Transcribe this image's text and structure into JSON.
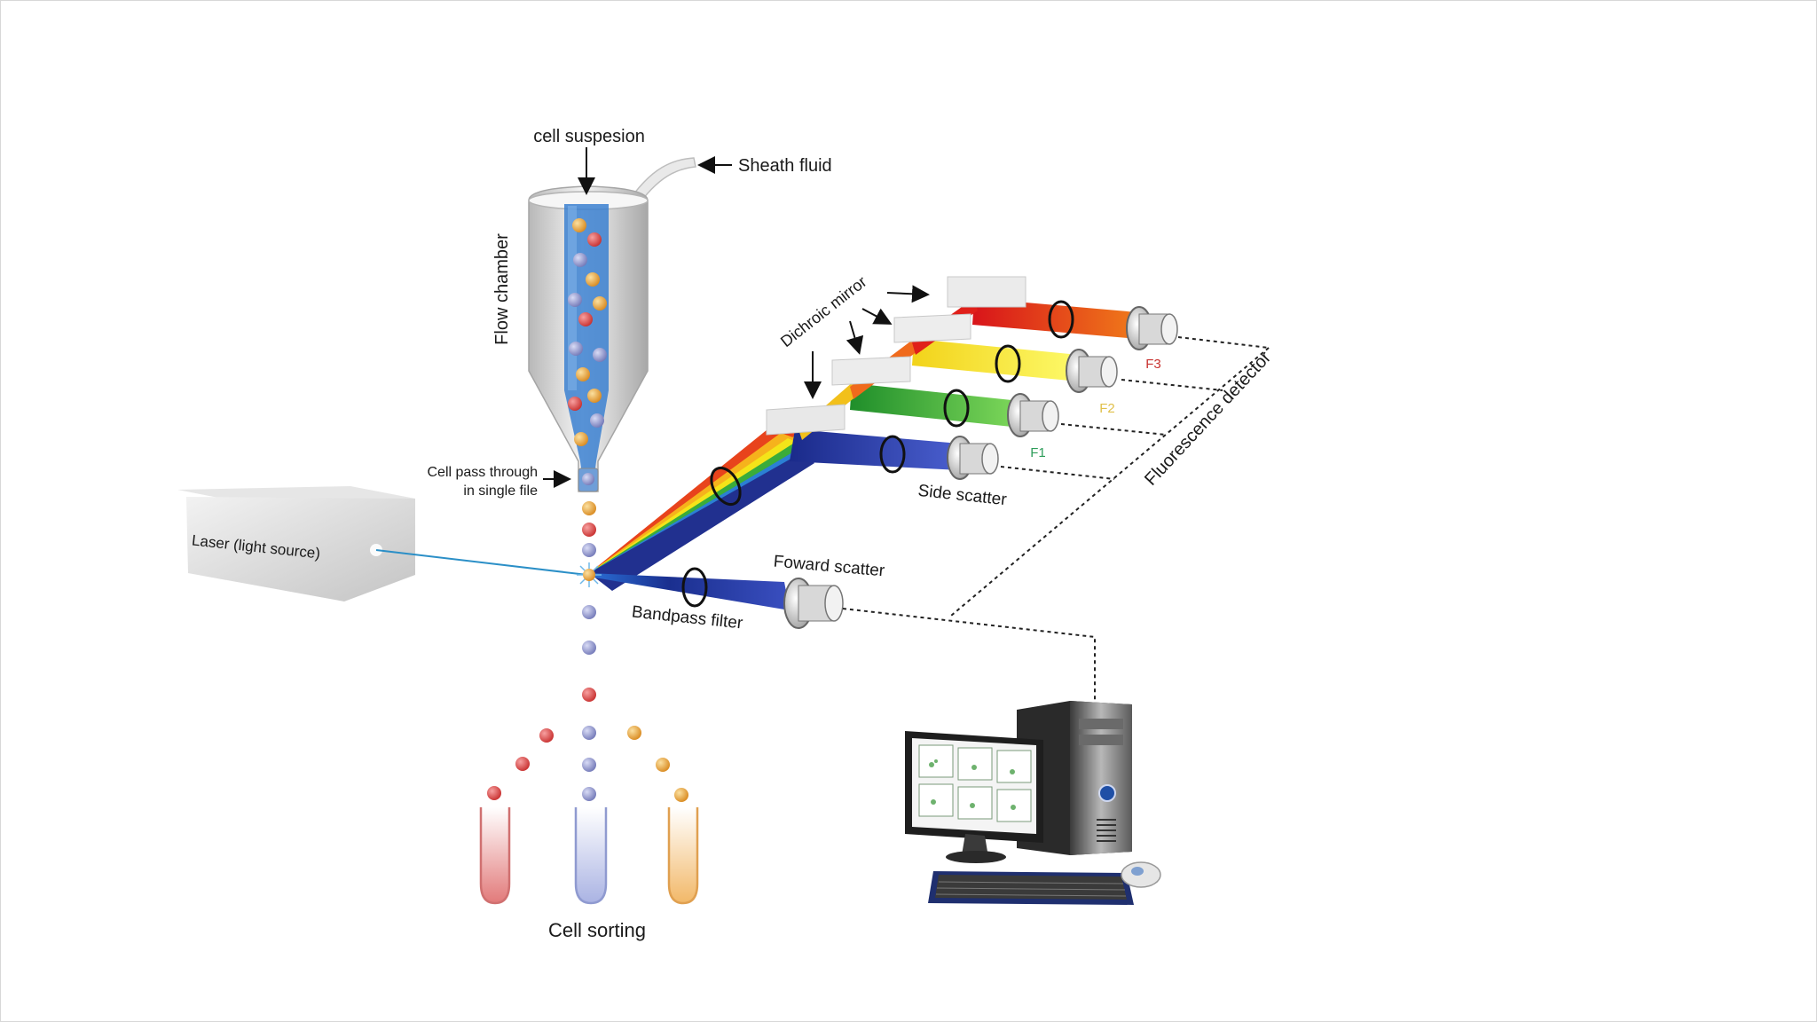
{
  "labels": {
    "cell_suspension": "cell suspesion",
    "sheath_fluid": "Sheath fluid",
    "flow_chamber": "Flow chamber",
    "single_file": [
      "Cell pass through",
      "in single file"
    ],
    "laser": "Laser (light source)",
    "dichroic_mirror": "Dichroic mirror",
    "fluorescence_detector": "Fluorescence detector",
    "side_scatter": "Side scatter",
    "forward_scatter": "Foward scatter",
    "bandpass_filter": "Bandpass filter",
    "cell_sorting": "Cell sorting",
    "f1": "F1",
    "f2": "F2",
    "f3": "F3"
  },
  "colors": {
    "red_cell": "#d9444a",
    "blue_cell": "#8f95cc",
    "orange_cell": "#e8a43a",
    "beam_red": "#e63a1f",
    "beam_yellow": "#f2e21b",
    "beam_green": "#3aaa35",
    "beam_blue": "#1f2f8f",
    "f1_label": "#2e9d5a",
    "f2_label": "#e0c04a",
    "f3_label": "#c8322f"
  }
}
